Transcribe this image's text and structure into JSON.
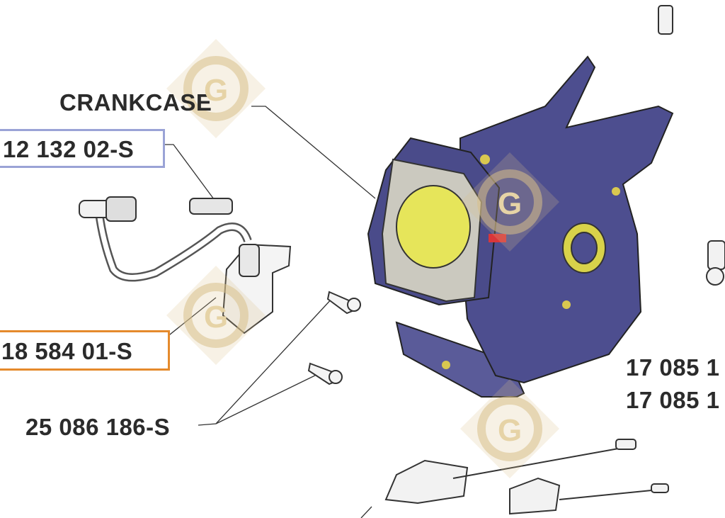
{
  "labels": {
    "crankcase": "CRANKCASE",
    "part_121320": "12 132 02-S",
    "part_185840": "18 584 01-S",
    "part_25086": "25 086 186-S",
    "part_17085_a": "17 085 1",
    "part_17085_b": "17 085 1"
  },
  "colors": {
    "box_blue": "#9aa3d6",
    "box_orange": "#e58a2c",
    "crankcase": "#4d4e8f",
    "gasket": "#c9c8c0",
    "bore": "#e8e85a",
    "watermark": "#d9c08a"
  },
  "watermark_letter": "G"
}
